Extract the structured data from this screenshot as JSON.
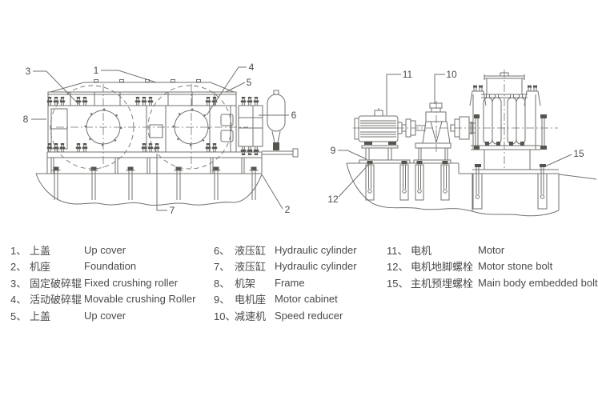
{
  "colors": {
    "background": "#ffffff",
    "line": "#73726e",
    "text": "#4a4a4a"
  },
  "front_view": {
    "description": "Double roller crusher front view",
    "callouts": {
      "c1": "1",
      "c2": "2",
      "c3": "3",
      "c4": "4",
      "c5": "5",
      "c6": "6",
      "c7": "7",
      "c8": "8"
    }
  },
  "side_view": {
    "description": "Drive side view with motor and speed reducer",
    "callouts": {
      "c9": "9",
      "c10": "10",
      "c11": "11",
      "c12": "12",
      "c15": "15"
    }
  },
  "legend": {
    "columns": [
      {
        "items": [
          {
            "num": "1、",
            "zh": "上盖",
            "en": "Up cover"
          },
          {
            "num": "2、",
            "zh": "机座",
            "en": "Foundation"
          },
          {
            "num": "3、",
            "zh": "固定破碎辊",
            "en": "Fixed crushing roller"
          },
          {
            "num": "4、",
            "zh": "活动破碎辊",
            "en": "Movable crushing Roller"
          },
          {
            "num": "5、",
            "zh": "上盖",
            "en": "Up cover"
          }
        ]
      },
      {
        "items": [
          {
            "num": "6、",
            "zh": "液压缸",
            "en": "Hydraulic cylinder"
          },
          {
            "num": "7、",
            "zh": "液压缸",
            "en": "Hydraulic cylinder"
          },
          {
            "num": "8、",
            "zh": "机架",
            "en": "Frame"
          },
          {
            "num": "9、",
            "zh": "电机座",
            "en": "Motor cabinet"
          },
          {
            "num": "10、",
            "zh": "减速机",
            "en": "Speed reducer"
          }
        ]
      },
      {
        "items": [
          {
            "num": "11、",
            "zh": "电机",
            "en": "Motor"
          },
          {
            "num": "12、",
            "zh": "电机地脚螺栓",
            "en": "Motor stone bolt"
          },
          {
            "num": "15、",
            "zh": "主机预埋螺栓",
            "en": "Main body embedded bolt"
          }
        ]
      }
    ]
  }
}
